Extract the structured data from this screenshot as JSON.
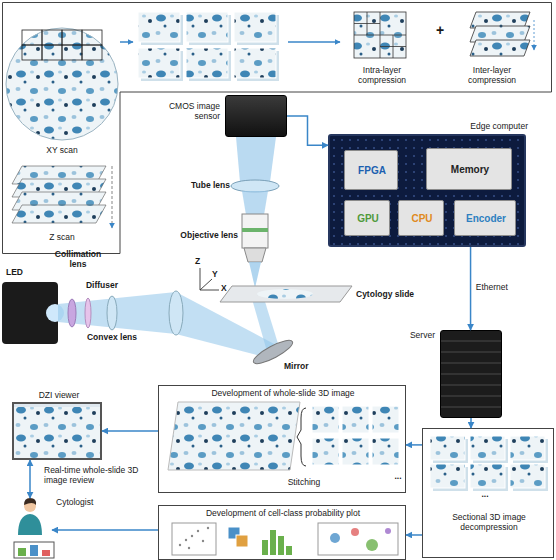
{
  "diagram": {
    "nodes": [
      {
        "text": [
          "XY scan",
          "Z scan",
          "Intra-layer compression",
          "+",
          "Inter-layer compression"
        ]
      },
      {
        "text": [
          "CMOS image sensor"
        ]
      },
      {
        "text": [
          "Edge computer"
        ]
      },
      {
        "text": [
          "FPGA"
        ],
        "in": 2
      },
      {
        "text": [
          "Memory"
        ],
        "in": 2
      },
      {
        "text": [
          "GPU"
        ],
        "in": 2
      },
      {
        "text": [
          "CPU"
        ],
        "in": 2
      },
      {
        "text": [
          "Encoder"
        ],
        "in": 2
      },
      {
        "text": [
          "Server"
        ]
      },
      {
        "text": [
          "Sectional 3D image decompression"
        ]
      },
      {
        "text": [
          "Development of whole-slide 3D image",
          "Stitching"
        ]
      },
      {
        "text": [
          "Development of cell-class probability plot"
        ]
      },
      {
        "text": [
          "DZI viewer",
          "Real-time whole-slide 3D image review"
        ]
      },
      {
        "text": [
          "Cytologist"
        ]
      }
    ],
    "edges": [
      {
        "from": 1,
        "to": 2,
        "arrow": "to"
      },
      {
        "from": 2,
        "to": 8,
        "label": "Ethernet",
        "arrow": "to"
      },
      {
        "from": 8,
        "to": 9,
        "arrow": "to"
      },
      {
        "from": 9,
        "to": 10,
        "arrow": "to"
      },
      {
        "from": 10,
        "to": 12,
        "arrow": "to"
      },
      {
        "from": 12,
        "to": 13,
        "arrow": "both"
      },
      {
        "from": 11,
        "to": 13,
        "arrow": "to"
      },
      {
        "from": 9,
        "to": 11,
        "arrow": "to"
      }
    ],
    "labels": [
      "Tube lens",
      "Objective lens",
      "Z",
      "Y",
      "X",
      "Cytology slide",
      "Collimation lens",
      "Diffuser",
      "LED",
      "Convex lens",
      "Mirror",
      "...",
      "..."
    ]
  }
}
